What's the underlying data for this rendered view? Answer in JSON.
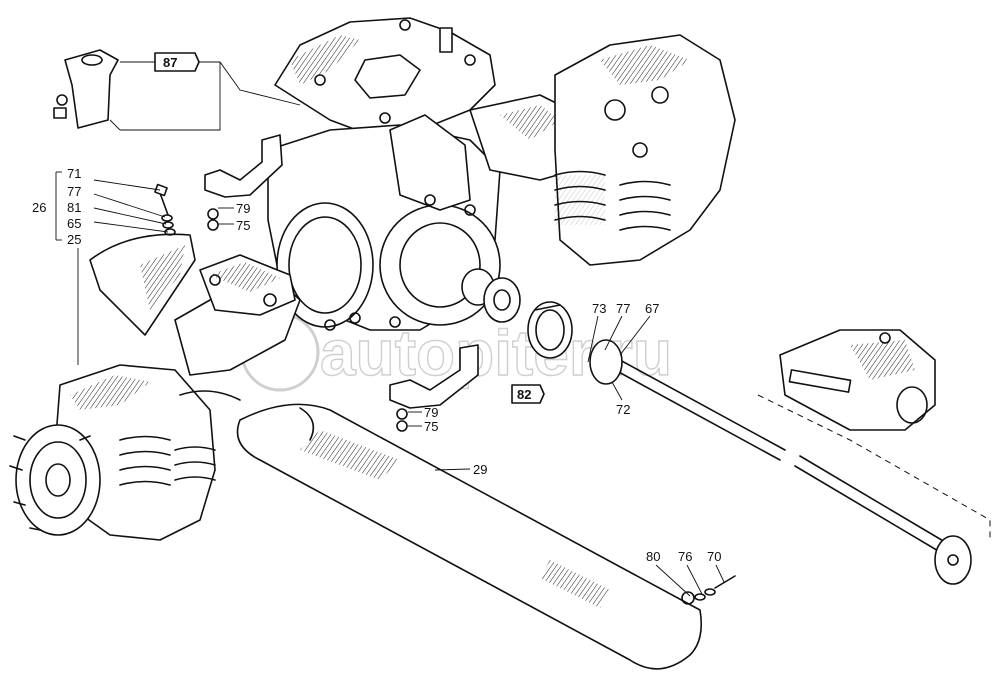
{
  "watermark": "autopiter.ru",
  "boxed_refs": {
    "ref_87": "87",
    "ref_82": "82"
  },
  "group_26": {
    "group_label": "26",
    "items": [
      "71",
      "77",
      "81",
      "65",
      "25"
    ]
  },
  "callouts": {
    "c79a": "79",
    "c75a": "75",
    "c79b": "79",
    "c75b": "75",
    "c73": "73",
    "c77": "77",
    "c67": "67",
    "c72": "72",
    "c29": "29",
    "c80": "80",
    "c76": "76",
    "c70": "70"
  }
}
